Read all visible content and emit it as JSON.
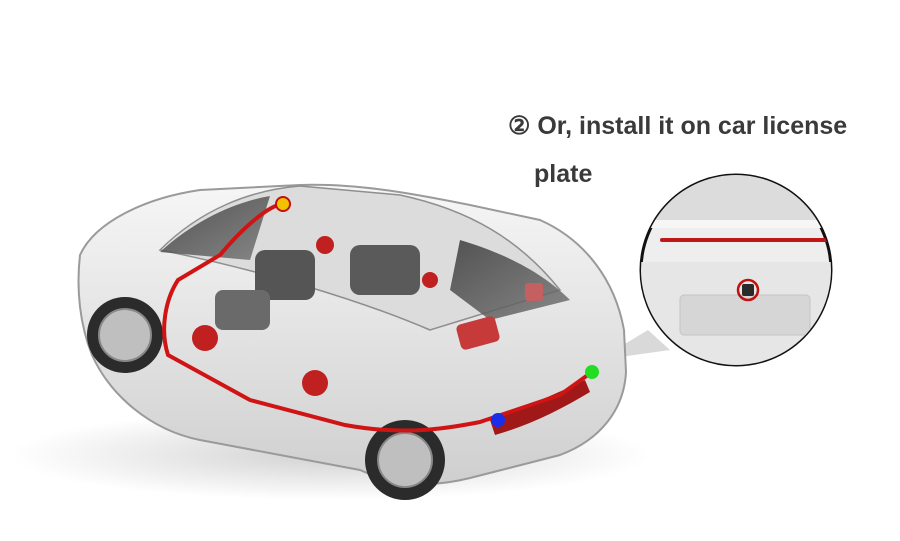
{
  "caption": {
    "line1": "② Or, install it on car license",
    "line2": "plate"
  },
  "colors": {
    "wire": "#d01414",
    "marker_start": "#f2c200",
    "marker_end_plate": "#22dd22",
    "marker_taillight": "#1a2de8",
    "car_body": "#e9e9e9",
    "speaker": "#c02020"
  },
  "icons": [
    "car-cutaway-illustration",
    "license-plate-camera-icon",
    "magnifier-callout"
  ]
}
